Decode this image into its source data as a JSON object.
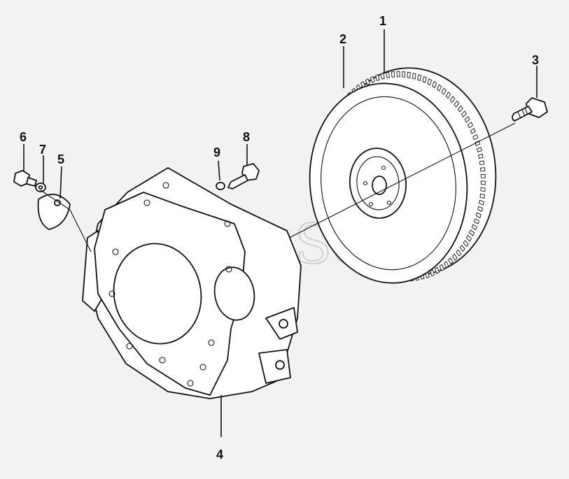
{
  "diagram": {
    "watermark": "AutoSoft",
    "callouts": [
      {
        "id": "callout-1",
        "label": "1"
      },
      {
        "id": "callout-2",
        "label": "2"
      },
      {
        "id": "callout-3",
        "label": "3"
      },
      {
        "id": "callout-4",
        "label": "4"
      },
      {
        "id": "callout-5",
        "label": "5"
      },
      {
        "id": "callout-6",
        "label": "6"
      },
      {
        "id": "callout-7",
        "label": "7"
      },
      {
        "id": "callout-8",
        "label": "8"
      },
      {
        "id": "callout-9",
        "label": "9"
      }
    ]
  }
}
